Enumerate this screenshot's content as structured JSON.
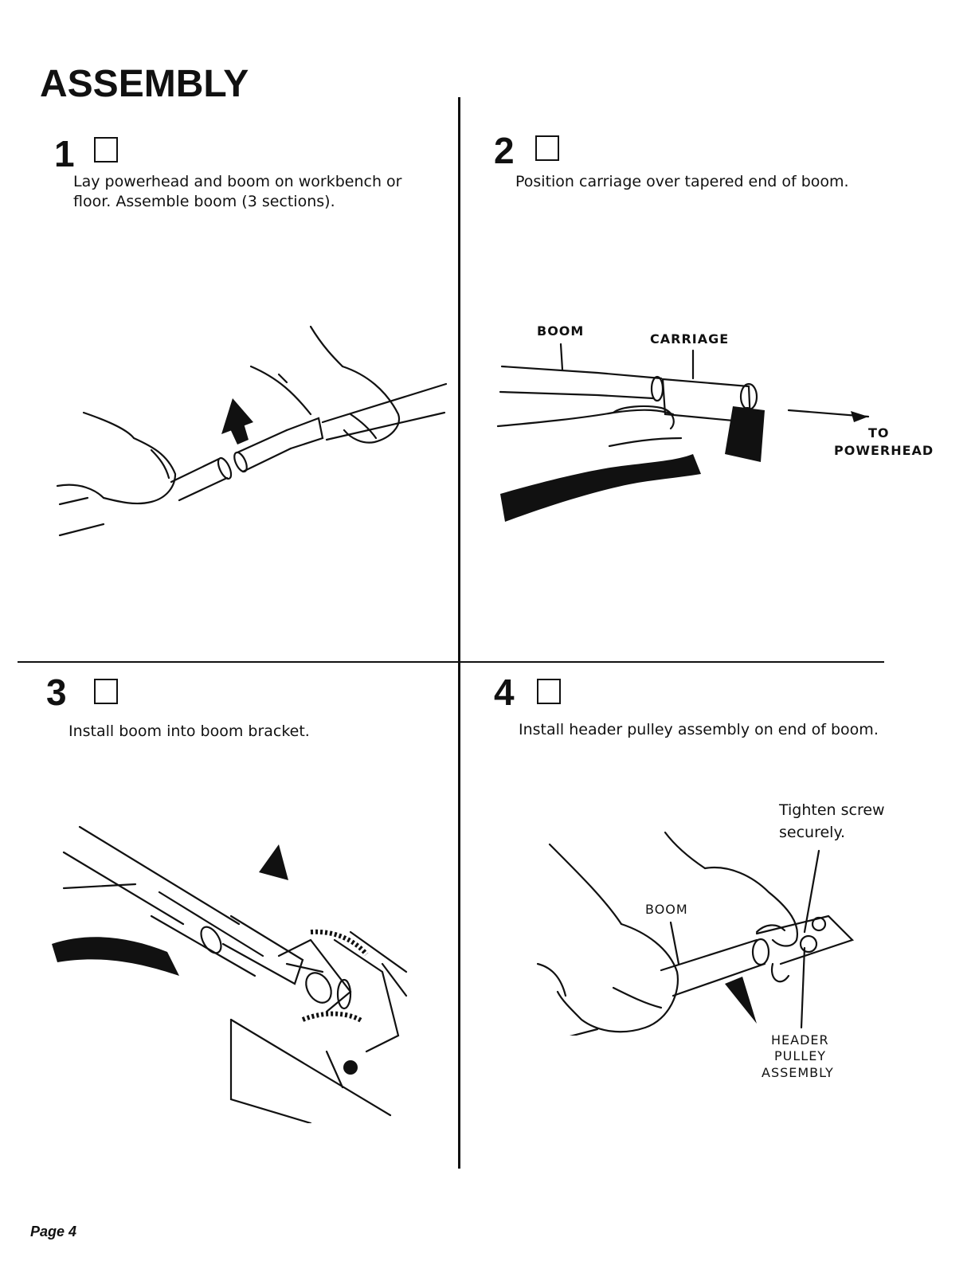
{
  "page": {
    "title": "ASSEMBLY",
    "footer": "Page  4"
  },
  "steps": [
    {
      "number": "1",
      "text_lines": [
        "Lay powerhead and boom on workbench or",
        "floor.  Assemble boom (3 sections)."
      ],
      "labels": []
    },
    {
      "number": "2",
      "text_lines": [
        "Position carriage over tapered end of boom."
      ],
      "labels": [
        "BOOM",
        "CARRIAGE",
        "TO",
        "POWERHEAD"
      ]
    },
    {
      "number": "3",
      "text_lines": [
        "Install boom into boom bracket."
      ],
      "labels": []
    },
    {
      "number": "4",
      "text_lines": [
        "Install header pulley assembly on end of boom."
      ],
      "labels": [
        "Tighten screw",
        "securely.",
        "BOOM",
        "HEADER",
        "PULLEY",
        "ASSEMBLY"
      ]
    }
  ]
}
